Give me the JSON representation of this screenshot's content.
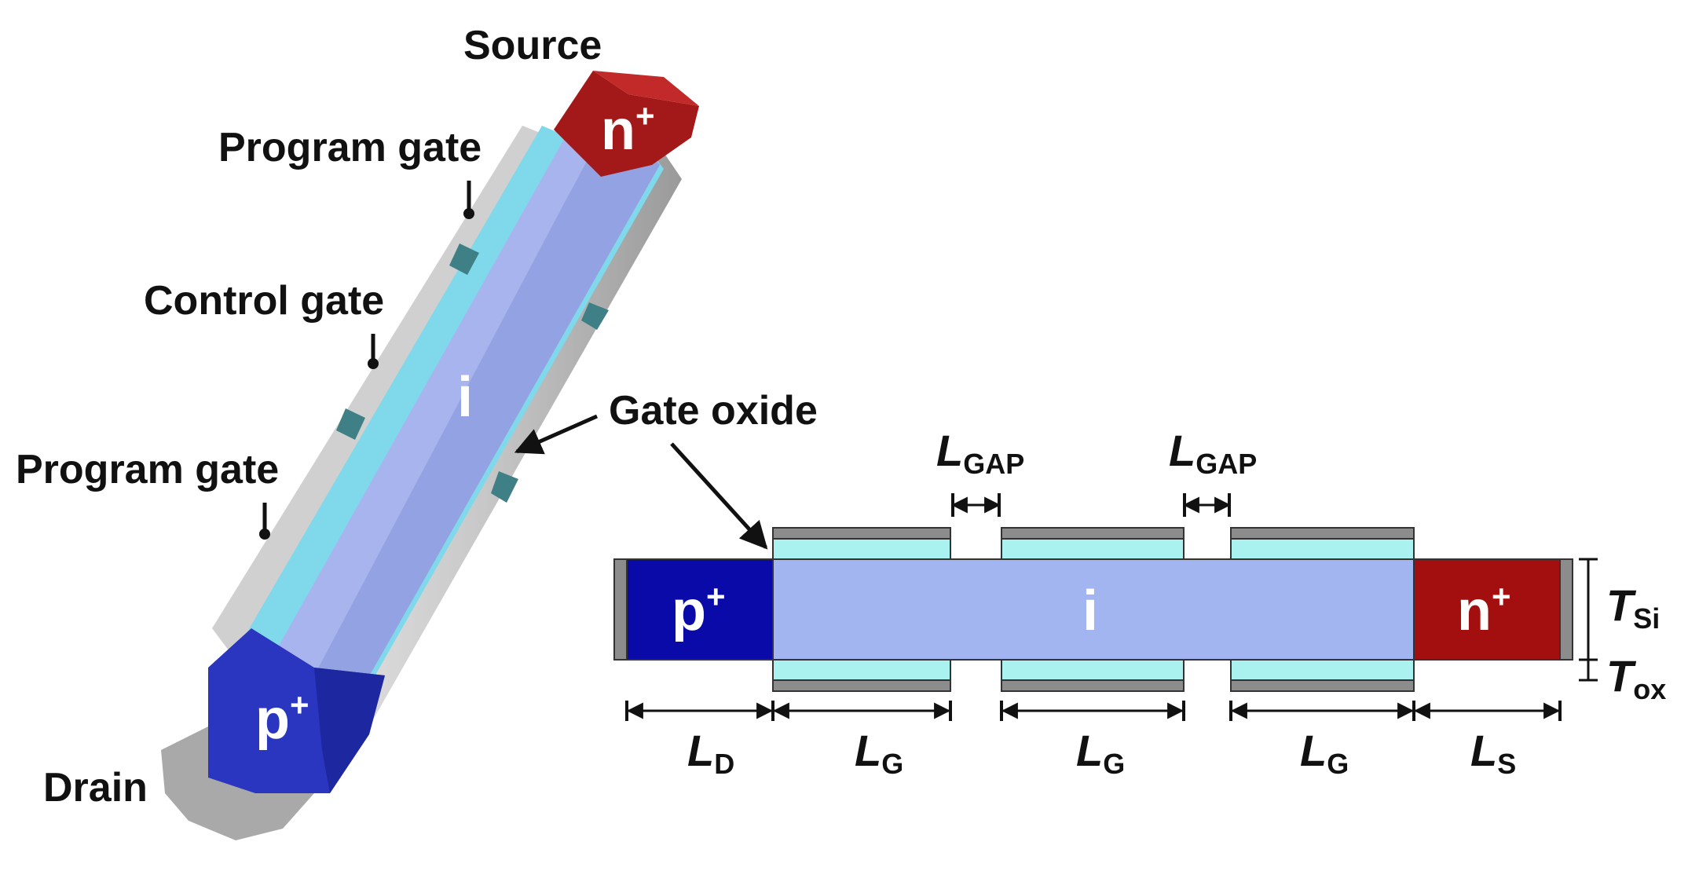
{
  "labels_3d": {
    "source": "Source",
    "program_gate_top": "Program gate",
    "control_gate": "Control gate",
    "program_gate_bottom": "Program gate",
    "gate_oxide": "Gate oxide",
    "drain": "Drain",
    "n_region": "n",
    "n_sup": "+",
    "p_region": "p",
    "p_sup": "+",
    "intrinsic": "i"
  },
  "labels_2d": {
    "p_region": "p",
    "p_sup": "+",
    "intrinsic": "i",
    "n_region": "n",
    "n_sup": "+",
    "gap_1_main": "L",
    "gap_1_sub": "GAP",
    "gap_2_main": "L",
    "gap_2_sub": "GAP",
    "t_si_main": "T",
    "t_si_sub": "Si",
    "t_ox_main": "T",
    "t_ox_sub": "ox",
    "l_d_main": "L",
    "l_d_sub": "D",
    "l_g1_main": "L",
    "l_g1_sub": "G",
    "l_g2_main": "L",
    "l_g2_sub": "G",
    "l_g3_main": "L",
    "l_g3_sub": "G",
    "l_s_main": "L",
    "l_s_sub": "S"
  },
  "colors": {
    "p_region": "#0a0aa8",
    "p_region_3d": "#2a35c0",
    "n_region": "#a30f0f",
    "intrinsic": "#a3b5f0",
    "intrinsic_3d_front": "#a8b4ee",
    "intrinsic_3d_side": "#93a2e2",
    "gate_oxide": "#a9f2ef",
    "gate_oxide_3d": "#7fd9ea",
    "gate_metal": "#8c8c8c",
    "gate_metal_3d": "#cfcfcf"
  }
}
